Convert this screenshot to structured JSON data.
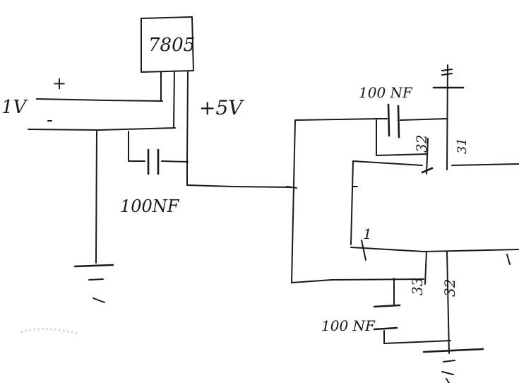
{
  "schematic": {
    "regulator_label": "7805",
    "input_voltage_label": "1V",
    "input_plus_sign": "+",
    "input_minus_sign": "-",
    "output_voltage_label": "+5V",
    "cap_left_label": "100NF",
    "cap_top_label": "100 NF",
    "cap_bottom_label": "100 NF",
    "pin_32_label": "32",
    "pin_31_label": "31",
    "pin_1_label": "1",
    "pin_33_label": "33",
    "pin_32_bottom_label": "32"
  }
}
